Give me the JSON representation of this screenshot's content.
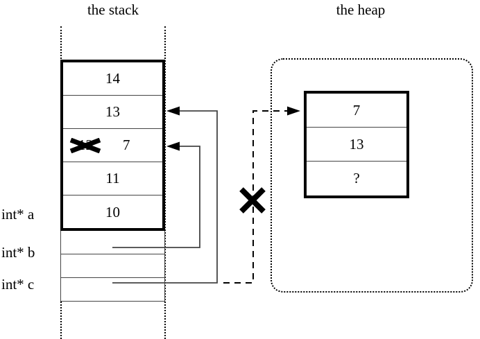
{
  "titles": {
    "stack": "the stack",
    "heap": "the heap"
  },
  "stack": {
    "allocated_cells": [
      {
        "value": "14"
      },
      {
        "value": "13"
      },
      {
        "value": "12",
        "struck_out": true,
        "replacement": "7"
      },
      {
        "value": "11"
      },
      {
        "value": "10"
      }
    ],
    "free_cells": [
      "",
      "",
      ""
    ],
    "variable_labels": [
      {
        "name": "int* a"
      },
      {
        "name": "int* b"
      },
      {
        "name": "int* c"
      }
    ]
  },
  "heap": {
    "cells": [
      {
        "value": "7"
      },
      {
        "value": "13"
      },
      {
        "value": "?"
      }
    ]
  },
  "annotations": {
    "struck_value_mark": "x-cross-mark",
    "dead_pointer_mark": "x-cross-mark"
  },
  "colors": {
    "ink": "#000000",
    "thin_rule": "#444444",
    "background": "#ffffff"
  }
}
